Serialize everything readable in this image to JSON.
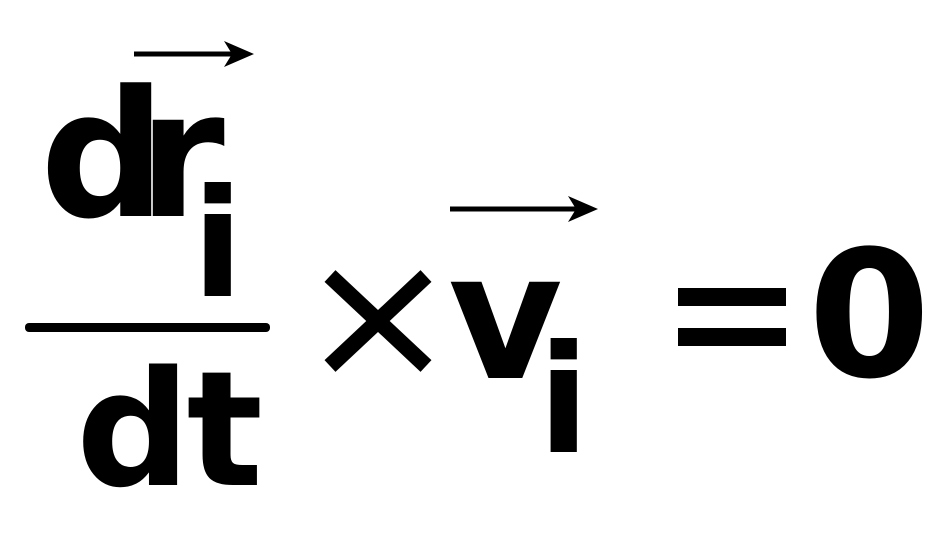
{
  "equation": {
    "numerator_d": "d",
    "numerator_r": "r",
    "numerator_subscript": "i",
    "denominator": "dt",
    "operator_times": "×",
    "vector_v": "v",
    "vector_v_subscript": "i",
    "equals": "=",
    "rhs": "0"
  },
  "colors": {
    "ink": "#000000",
    "background": "#ffffff"
  }
}
